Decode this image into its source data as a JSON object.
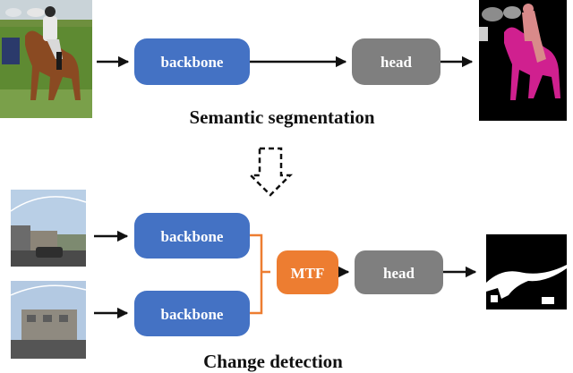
{
  "top": {
    "backbone_label": "backbone",
    "head_label": "head",
    "caption": "Semantic segmentation"
  },
  "bottom": {
    "backbone1_label": "backbone",
    "backbone2_label": "backbone",
    "mtf_label": "MTF",
    "head_label": "head",
    "caption": "Change detection"
  },
  "colors": {
    "backbone": "#4472C4",
    "head": "#7F7F7F",
    "mtf": "#ED7D31",
    "arrow": "#111111",
    "connector": "#ED7D31"
  }
}
